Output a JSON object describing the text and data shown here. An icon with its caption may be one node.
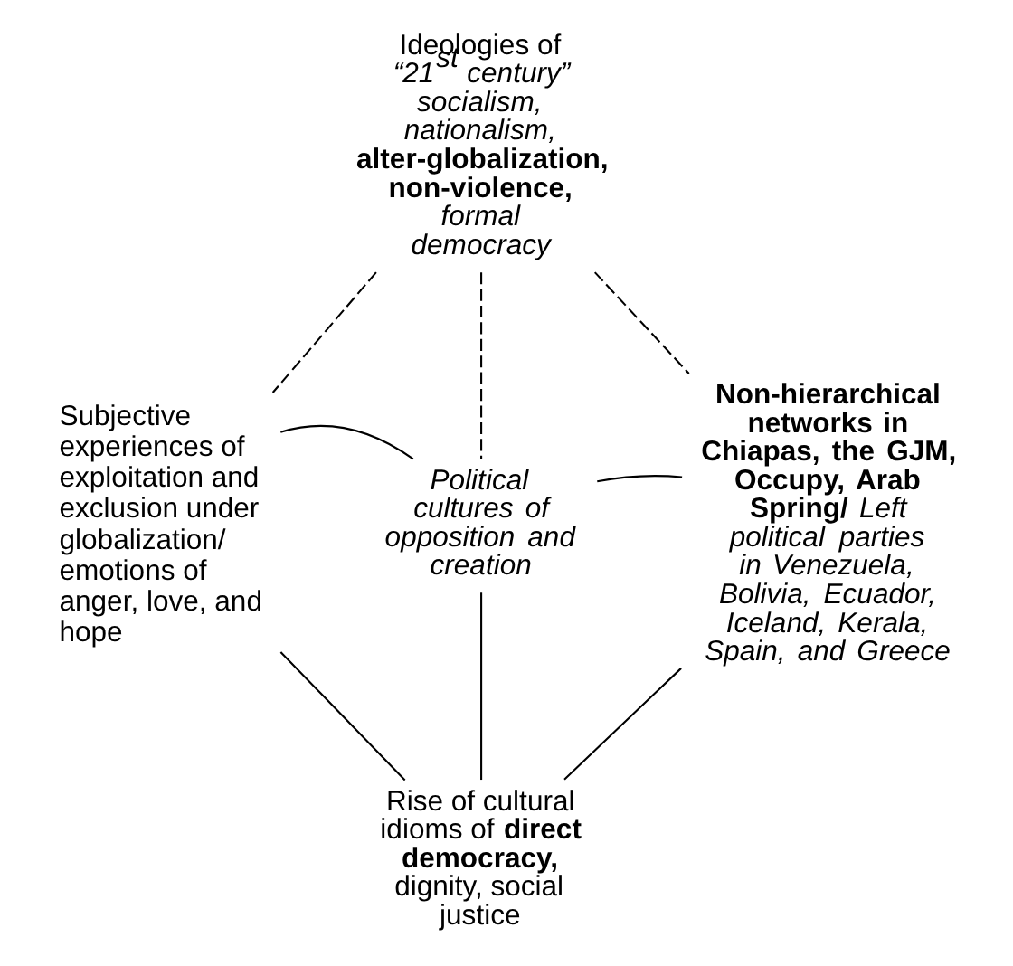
{
  "diagram": {
    "nodes": [
      {
        "text": [
          "Ideologies of *“21$^{st}$ century” socialism, nationalism,* **alter-globalization, non-violence,** *formal democracy*"
        ]
      },
      {
        "text": [
          "Subjective experiences of exploitation and exclusion under globalization/ emotions of anger, love, and hope"
        ]
      },
      {
        "text": [
          "Political cultures of opposition and creation"
        ]
      },
      {
        "text": [
          "**Non-hierarchical networks in Chiapas, the GJM, Occupy, Arab Spring/** *Left political parties in Venezuela, Bolivia, Ecuador, Iceland, Kerala, Spain, and Greece*"
        ]
      },
      {
        "text": [
          "Rise of cultural idioms of **direct democracy,** dignity, social justice"
        ]
      }
    ],
    "edges": [
      {
        "from": 0,
        "to": 1,
        "arrow": "none",
        "style": "dashed"
      },
      {
        "from": 0,
        "to": 3,
        "arrow": "none",
        "style": "dashed"
      },
      {
        "from": 0,
        "to": 2,
        "arrow": "none",
        "style": "dashed"
      },
      {
        "from": 1,
        "to": 2,
        "arrow": "none"
      },
      {
        "from": 2,
        "to": 3,
        "arrow": "none"
      },
      {
        "from": 2,
        "to": 4,
        "arrow": "none"
      },
      {
        "from": 1,
        "to": 4,
        "arrow": "none"
      },
      {
        "from": 3,
        "to": 4,
        "arrow": "none"
      }
    ]
  }
}
